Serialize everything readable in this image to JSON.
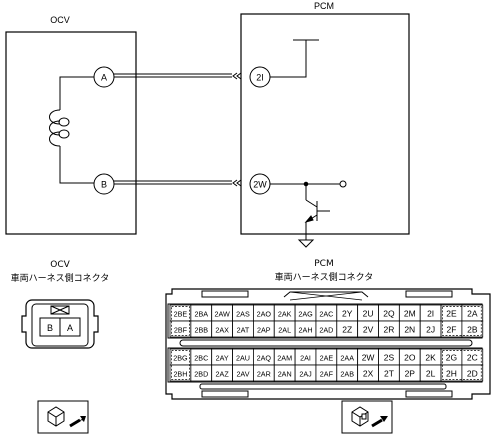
{
  "ocv": {
    "title": "OCV",
    "pin_a": "A",
    "pin_b": "B",
    "connector_title": "OCV",
    "connector_subtitle": "車両ハーネス側コネクタ",
    "connector_pins": [
      "B",
      "A"
    ]
  },
  "pcm": {
    "title": "PCM",
    "pin_2i": "2I",
    "pin_2w": "2W",
    "connector_title": "PCM",
    "connector_subtitle": "車両ハーネス側コネクタ",
    "upper_rows": [
      [
        "2BE",
        "2BA",
        "2AW",
        "2AS",
        "2AO",
        "2AK",
        "2AG",
        "2AC",
        "2Y",
        "2U",
        "2Q",
        "2M",
        "2I",
        "2E",
        "2A"
      ],
      [
        "2BF",
        "2BB",
        "2AX",
        "2AT",
        "2AP",
        "2AL",
        "2AH",
        "2AD",
        "2Z",
        "2V",
        "2R",
        "2N",
        "2J",
        "2F",
        "2B"
      ]
    ],
    "lower_rows": [
      [
        "2BG",
        "2BC",
        "2AY",
        "2AU",
        "2AQ",
        "2AM",
        "2AI",
        "2AE",
        "2AA",
        "2W",
        "2S",
        "2O",
        "2K",
        "2G",
        "2C"
      ],
      [
        "2BH",
        "2BD",
        "2AZ",
        "2AV",
        "2AR",
        "2AN",
        "2AJ",
        "2AF",
        "2AB",
        "2X",
        "2T",
        "2P",
        "2L",
        "2H",
        "2D"
      ]
    ]
  }
}
